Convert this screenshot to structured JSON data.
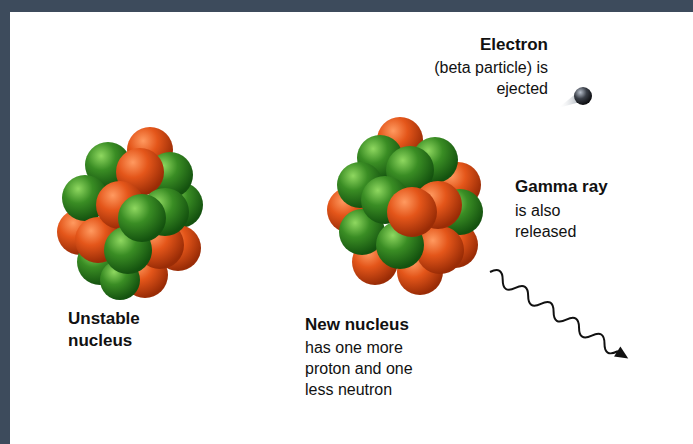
{
  "diagram": {
    "labels": [
      "Electron",
      "(beta particle) is ejected",
      "Gamma ray",
      "is also released",
      "Unstable nucleus",
      "New nucleus",
      "has one more proton and one less neutron"
    ]
  }
}
